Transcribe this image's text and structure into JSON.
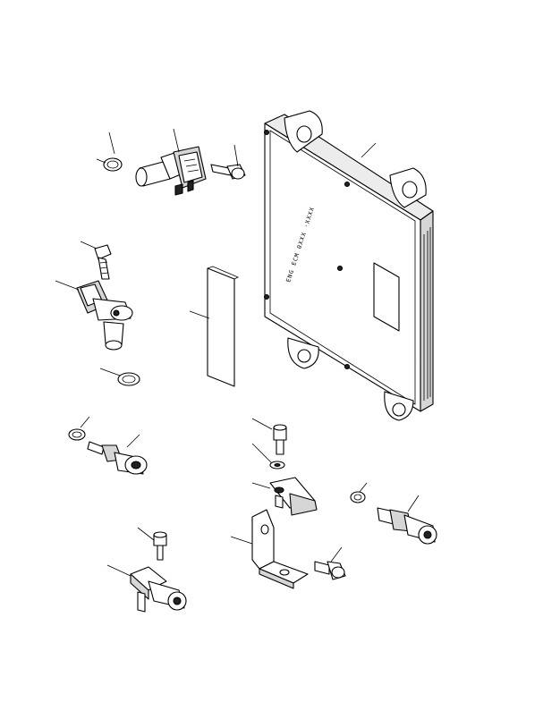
{
  "diagram": {
    "ecm_label": "ENG ECM 0XXX ·XXXX",
    "background": "#ffffff",
    "line_color": "#000000",
    "parts": [
      "electronic-control-module",
      "camshaft-position-sensor",
      "crankshaft-position-sensor",
      "temperature-sensor",
      "pressure-sensor",
      "oil-pressure-sensor",
      "manifold-pressure-sensor",
      "mounting-bracket",
      "label-plate",
      "o-ring",
      "bolt",
      "washer"
    ]
  }
}
